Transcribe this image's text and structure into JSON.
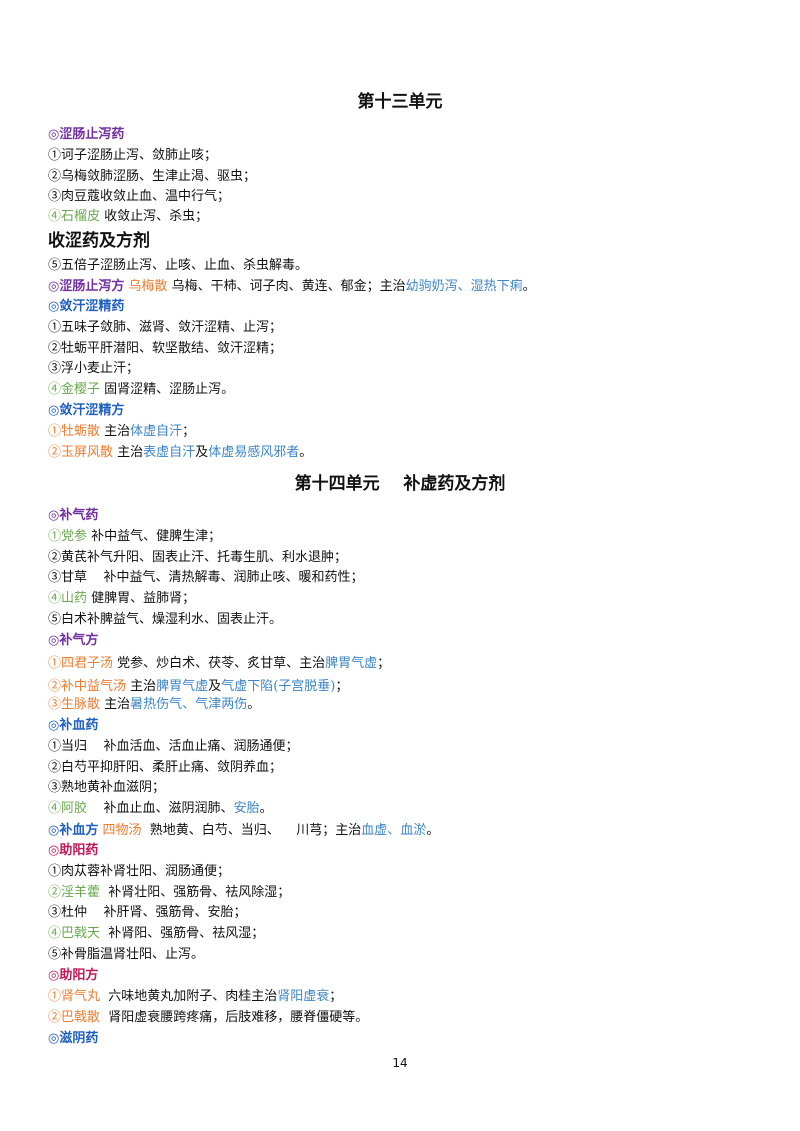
{
  "colors": {
    "purple": "#7030a0",
    "blue": "#1f5fbf",
    "magenta": "#c0185a",
    "orange": "#ed7d31",
    "green": "#6aa84f",
    "light_blue": "#3d85c6"
  },
  "title13": "第十三单元",
  "title13_sub": "收涩药及方剂",
  "s1": {
    "head": "◎涩肠止泻药",
    "l1": "①诃子涩肠止泻、敛肺止咳；",
    "l2": "②乌梅敛肺涩肠、生津止渴、驱虫；",
    "l3": "③肉豆蔻收敛止血、温中行气；",
    "l4_num": "④",
    "l4_name": "石榴皮",
    "l4_text": " 收敛止泻、杀虫；",
    "l5": "⑤五倍子涩肠止泻、止咳、止血、杀虫解毒。"
  },
  "s2": {
    "head": "◎涩肠止泻方",
    "name": " 乌梅散",
    "text": " 乌梅、干柿、诃子肉、黄连、郁金；主治",
    "ind1": "幼驹奶泻",
    "sep": "、",
    "ind2": "湿热下痢",
    "end": "。"
  },
  "s3": {
    "head": "◎敛汗涩精药",
    "l1": "①五味子敛肺、滋肾、敛汗涩精、止泻；",
    "l2": "②牡蛎平肝潜阳、软坚散结、敛汗涩精；",
    "l3": "③浮小麦止汗；",
    "l4_num": "④",
    "l4_name": "金樱子",
    "l4_text": "  固肾涩精、涩肠止泻。"
  },
  "s4": {
    "head": "◎敛汗涩精方",
    "l1_name": "①牡蛎散",
    "l1_text": "  主治",
    "l1_ind": "体虚自汗",
    "l1_end": "；",
    "l2_name": "②玉屏风散",
    "l2_text": " 主治",
    "l2_ind1": "表虚自汗",
    "l2_mid": "及",
    "l2_ind2": "体虚易感风邪者",
    "l2_end": "。"
  },
  "title14": "第十四单元    补虚药及方剂",
  "s5": {
    "head": "◎补气药",
    "l1_num": "①",
    "l1_name": "党参",
    "l1_text": "  补中益气、健脾生津；",
    "l2": "②黄芪补气升阳、固表止汗、托毒生肌、利水退肿；",
    "l3": "③甘草    补中益气、清热解毒、润肺止咳、暖和药性；",
    "l4_num": "④",
    "l4_name": "山药",
    "l4_text": "  健脾胃、益肺肾；",
    "l5": "⑤白术补脾益气、燥湿利水、固表止汗。"
  },
  "s6": {
    "head": "◎补气方",
    "l1_name": "①四君子汤",
    "l1_text": "  党参、炒白术、茯苓、炙甘草、主治",
    "l1_ind": "脾胃气虚",
    "l1_end": "；",
    "l2_name": "②补中益气汤",
    "l2_text": "  主治",
    "l2_ind1": "脾胃气虚",
    "l2_mid": "及",
    "l2_ind2": "气虚下陷(子宫脱垂)",
    "l2_end": "；",
    "l3_name": "③生脉散",
    "l3_text": "  主治",
    "l3_ind1": "暑热伤气",
    "l3_sep": "、",
    "l3_ind2": "气津两伤",
    "l3_end": "。"
  },
  "s7": {
    "head": "◎补血药",
    "l1": "①当归    补血活血、活血止痛、润肠通便；",
    "l2": "②白芍平抑肝阳、柔肝止痛、敛阴养血；",
    "l3": "③熟地黄补血滋阴；",
    "l4_num": "④",
    "l4_name": "阿胶",
    "l4_text": "    补血止血、滋阴润肺、",
    "l4_ind": "安胎",
    "l4_end": "。"
  },
  "s8": {
    "head": "◎补血方",
    "name": " 四物汤",
    "text": "  熟地黄、白芍、当归、    川芎；主治",
    "ind1": "血虚",
    "sep": "、",
    "ind2": "血淤",
    "end": "。"
  },
  "s9": {
    "head": "◎助阳药",
    "l1": "①肉苁蓉补肾壮阳、润肠通便；",
    "l2_num": "②",
    "l2_name": "淫羊藿",
    "l2_text": "  补肾壮阳、强筋骨、祛风除湿；",
    "l3": "③杜仲    补肝肾、强筋骨、安胎；",
    "l4_num": "④",
    "l4_name": "巴戟天",
    "l4_text": "  补肾阳、强筋骨、祛风湿；",
    "l5": "⑤补骨脂温肾壮阳、止泻。"
  },
  "s10": {
    "head": "◎助阳方",
    "l1_name": "①肾气丸",
    "l1_text": "  六味地黄丸加附子、肉桂主治",
    "l1_ind": "肾阳虚衰",
    "l1_end": "；",
    "l2_name": "②巴戟散",
    "l2_text": "  肾阳虚衰腰跨疼痛，后肢难移，腰脊僵硬等。"
  },
  "s11": {
    "head": "◎滋阴药"
  },
  "page_number": "14"
}
